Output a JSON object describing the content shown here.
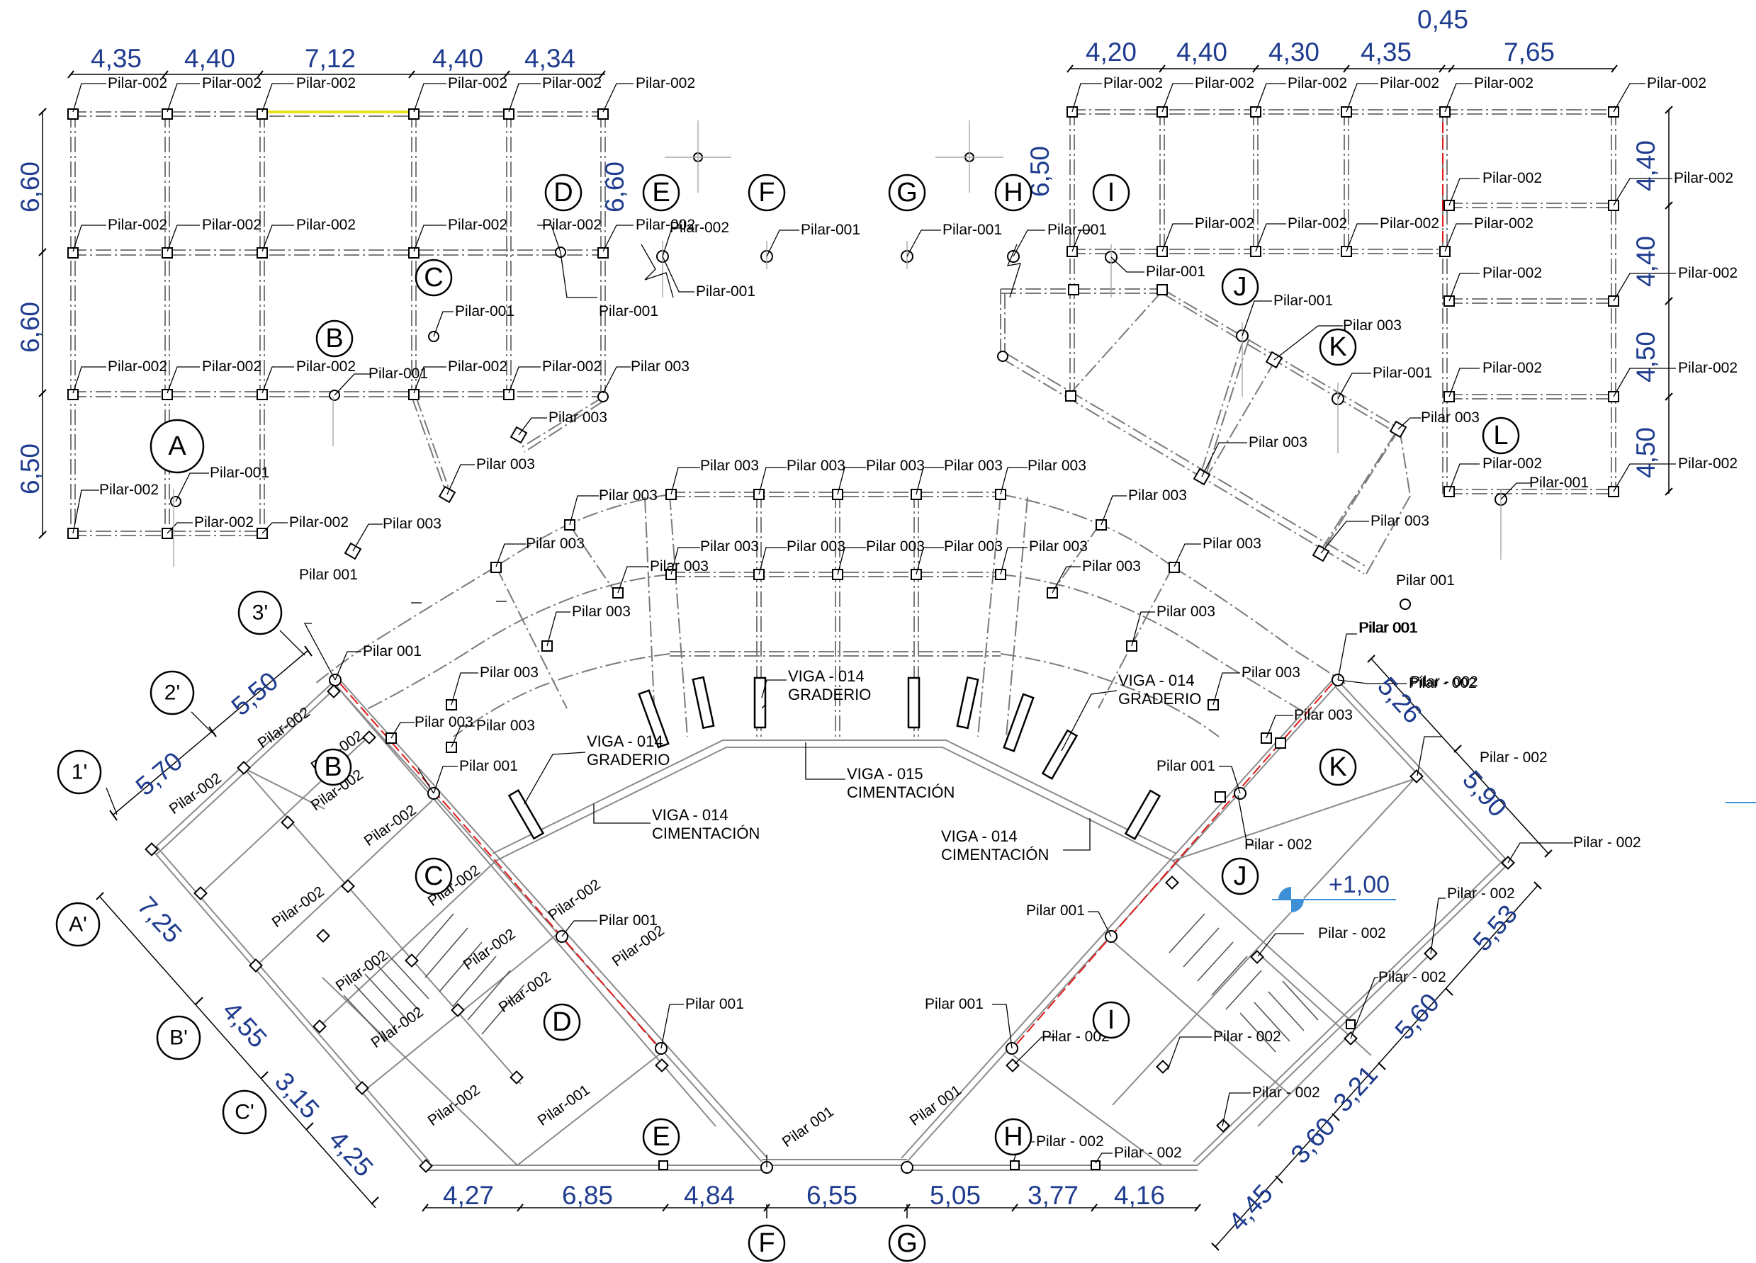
{
  "labels": {
    "p002": "Pilar-002",
    "p001": "Pilar-001",
    "p003": "Pilar 003",
    "pb001": "Pilar 001",
    "ps002": "Pilar - 002",
    "v014_a": "VIGA - 014",
    "gradero": "GRADERIO",
    "cimentacion": "CIMENTACIÓN",
    "v015": "VIGA - 015",
    "level": "+1,00"
  },
  "dims": {
    "tl_top": [
      "4,35",
      "4,40",
      "7,12",
      "4,40",
      "4,34"
    ],
    "tl_left": [
      "6,60",
      "6,60",
      "6,50"
    ],
    "tl_mid": "6,60",
    "tr_top": [
      "4,20",
      "4,40",
      "4,30",
      "4,35",
      "7,65"
    ],
    "tr_extra": "0,45",
    "tr_gap": "6,50",
    "tr_right": [
      "4,40",
      "4,40",
      "4,50",
      "4,50"
    ],
    "bottom": [
      "4,27",
      "6,85",
      "4,84",
      "6,55",
      "5,05",
      "3,77",
      "4,16"
    ],
    "left_diag": [
      "5,70",
      "5,50"
    ],
    "left_lower": [
      "7,25",
      "4,55",
      "3,15",
      "4,25"
    ],
    "right_upper": [
      "5,26",
      "5,90"
    ],
    "right_lower": [
      "5,53",
      "5,60",
      "3,21",
      "3,60",
      "4,45"
    ]
  },
  "axes": {
    "A": "A",
    "B": "B",
    "C": "C",
    "D": "D",
    "E": "E",
    "F": "F",
    "G": "G",
    "H": "H",
    "I": "I",
    "J": "J",
    "K": "K",
    "L": "L",
    "A2": "A'",
    "B2": "B'",
    "C2": "C'",
    "o1": "1'",
    "o2": "2'",
    "o3": "3'"
  },
  "colors": {
    "dimension": "#1f3c8f",
    "highlight_beam": "#e8e21a",
    "section_line": "#e01818",
    "level_marker": "#3d8fd6"
  }
}
